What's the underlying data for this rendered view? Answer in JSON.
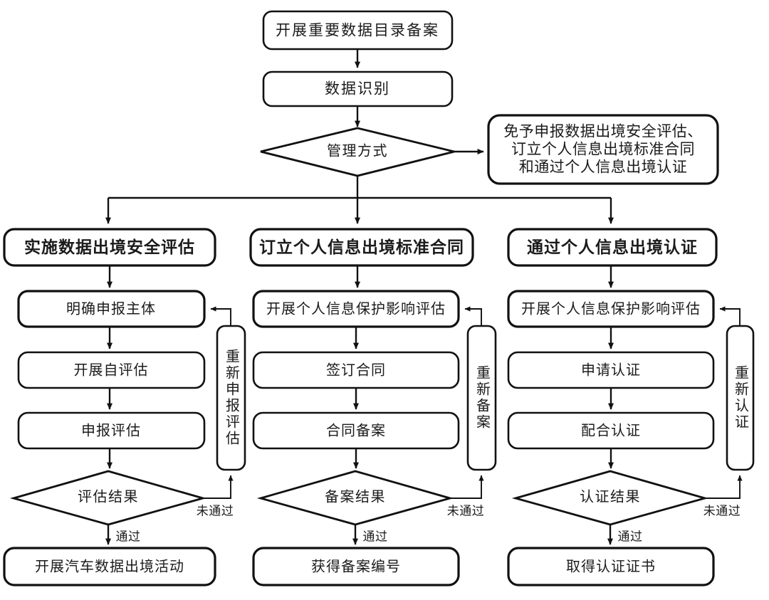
{
  "diagram": {
    "title_node": "开展重要数据目录备案",
    "second_node": "数据识别",
    "decision": "管理方式",
    "note_box": {
      "line1": "免予申报数据出境安全评估、",
      "line2": "订立个人信息出境标准合同",
      "line3": "和通过个人信息出境认证"
    },
    "edge_labels": {
      "pass": "通过",
      "fail": "未通过"
    },
    "columns": [
      {
        "header": "实施数据出境安全评估",
        "steps": [
          "明确申报主体",
          "开展自评估",
          "申报评估"
        ],
        "decision": "评估结果",
        "terminal": "开展汽车数据出境活动",
        "loop_label": "重新申报评估"
      },
      {
        "header": "订立个人信息出境标准合同",
        "steps": [
          "开展个人信息保护影响评估",
          "签订合同",
          "合同备案"
        ],
        "decision": "备案结果",
        "terminal": "获得备案编号",
        "loop_label": "重新备案"
      },
      {
        "header": "通过个人信息出境认证",
        "steps": [
          "开展个人信息保护影响评估",
          "申请认证",
          "配合认证"
        ],
        "decision": "认证结果",
        "terminal": "取得认证证书",
        "loop_label": "重新认证"
      }
    ],
    "colors": {
      "stroke": "#111111",
      "fill": "#ffffff",
      "text": "#1b1b1b"
    }
  }
}
